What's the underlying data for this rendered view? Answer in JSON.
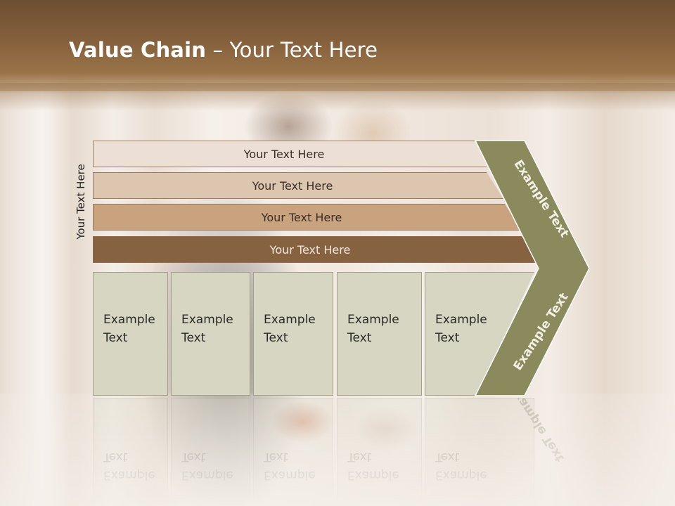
{
  "slide": {
    "title_bold": "Value Chain",
    "title_rest": " – Your Text Here",
    "side_label": "Your Text Here",
    "bars": [
      {
        "label": "Your Text Here",
        "color": "#ece0d6"
      },
      {
        "label": "Your Text Here",
        "color": "#ddc6b0"
      },
      {
        "label": "Your Text Here",
        "color": "#c9a27e"
      },
      {
        "label": "Your Text Here",
        "color": "#876240"
      }
    ],
    "boxes": [
      {
        "line1": "Example",
        "line2": "Text"
      },
      {
        "line1": "Example",
        "line2": "Text"
      },
      {
        "line1": "Example",
        "line2": "Text"
      },
      {
        "line1": "Example",
        "line2": "Text"
      },
      {
        "line1": "Example",
        "line2": "Text"
      }
    ],
    "chevron": {
      "upper_label": "Example Text",
      "lower_label": "Example Text",
      "color": "#8a8a5c"
    },
    "colors": {
      "header": "#85603c",
      "box_fill": "#d7d6c3"
    }
  }
}
